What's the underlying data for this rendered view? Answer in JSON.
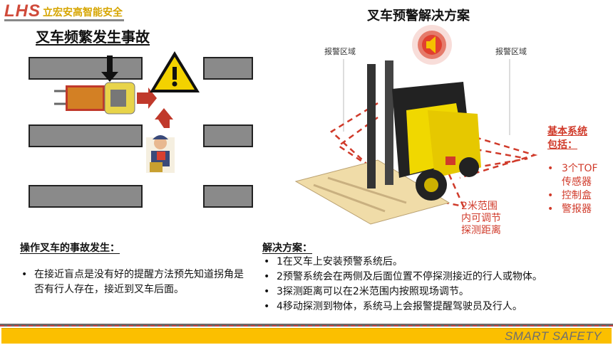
{
  "logo": {
    "brand": "LHS",
    "company": "立宏安高智能安全"
  },
  "left": {
    "title": "叉车频繁发生事故",
    "heading": "操作叉车的事故发生：",
    "bullets": [
      "在接近盲点是没有好的提醒方法预先知道拐角是否有行人存在，接近到叉车后面。"
    ]
  },
  "right": {
    "title": "叉车预警解决方案",
    "zone_left": "报警区域",
    "zone_right": "报警区域",
    "range_note": [
      "2米范围",
      "内可调节",
      "探测距离"
    ],
    "system": {
      "heading_1": "基本系统",
      "heading_2": "包括：",
      "items": [
        "3个TOF传感器",
        "控制盒",
        "警报器"
      ]
    },
    "heading": "解决方案：",
    "bullets": [
      "1在叉车上安装预警系统后。",
      "2预警系统会在两侧及后面位置不停探测接近的行人或物体。",
      "3探测距离可以在2米范围内按照现场调节。",
      "4移动探测到物体，系统马上会报警提醒驾驶员及行人。"
    ]
  },
  "footer": {
    "tagline": "SMART SAFETY"
  },
  "colors": {
    "accent_red": "#d03a2a",
    "footer_yellow": "#fbbf00"
  }
}
